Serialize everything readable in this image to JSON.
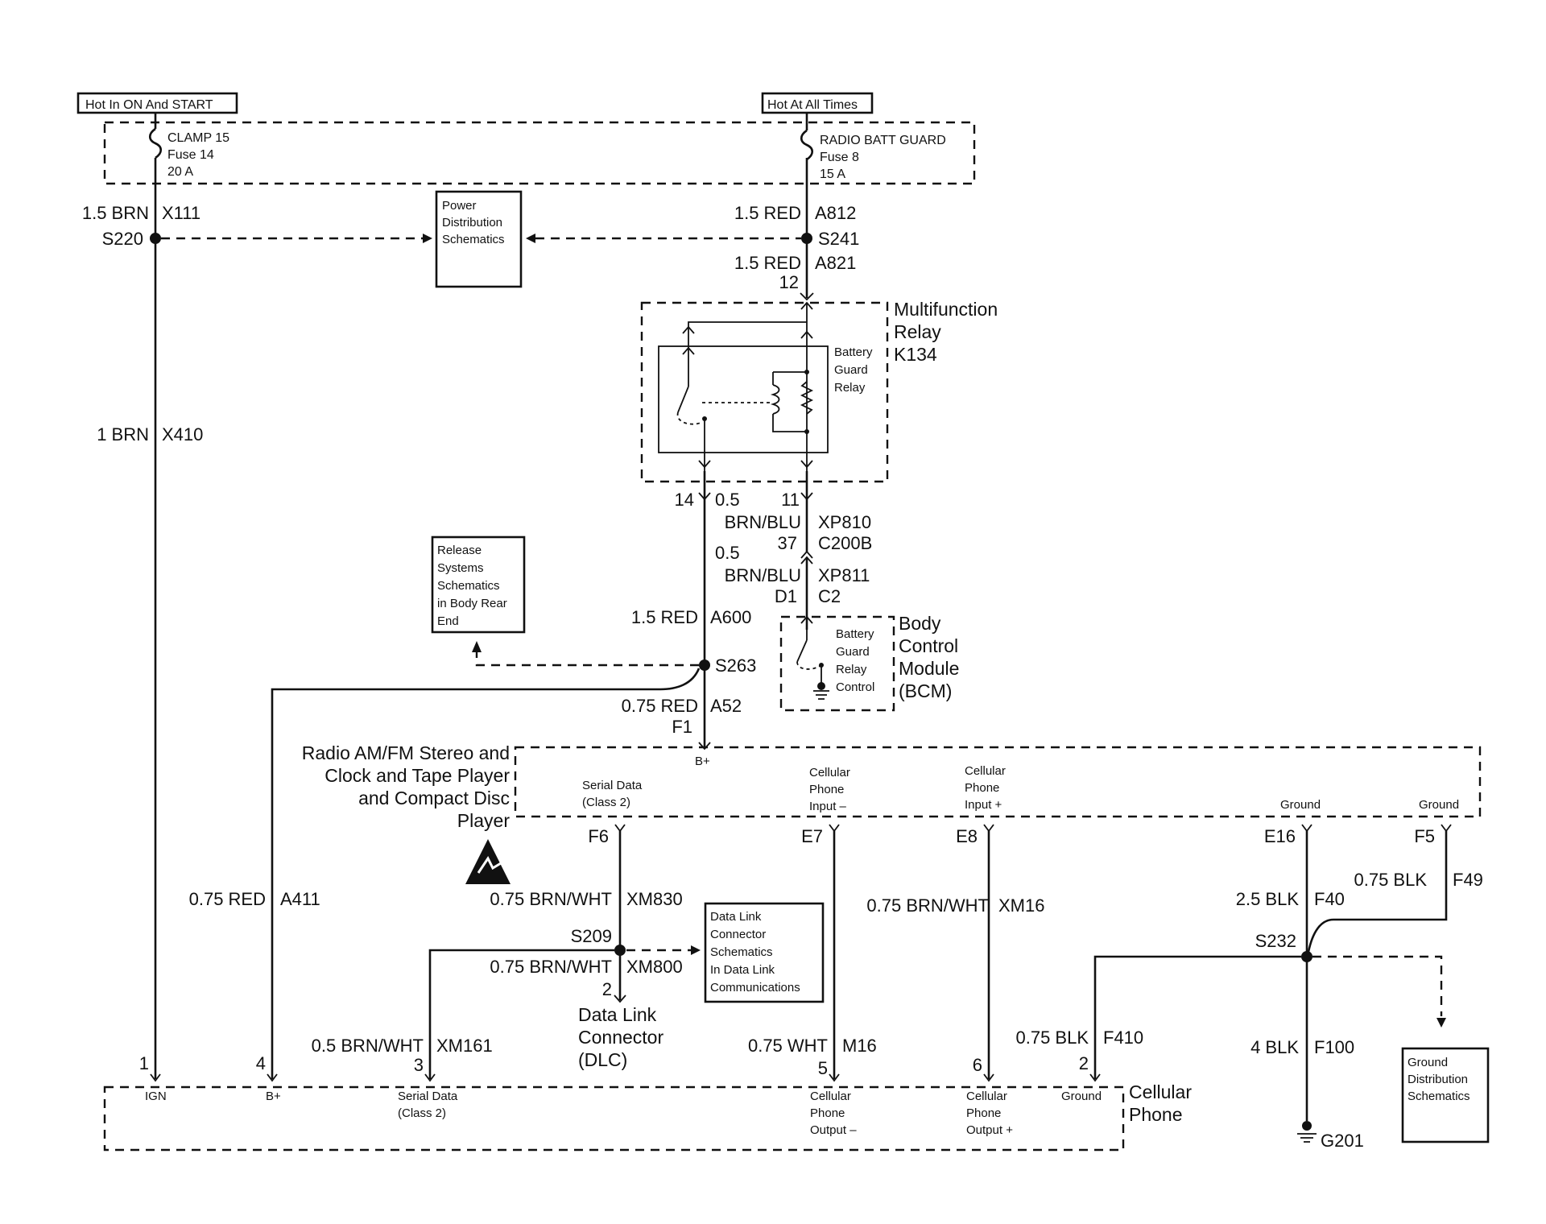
{
  "power": {
    "hot_on_start": "Hot In ON And START",
    "hot_all_times": "Hot At All Times"
  },
  "fuses": {
    "left": {
      "name": "CLAMP 15",
      "fuse": "Fuse 14",
      "rating": "20 A"
    },
    "right": {
      "name": "RADIO BATT GUARD",
      "fuse": "Fuse 8",
      "rating": "15 A"
    }
  },
  "wires": {
    "w_1_5_brn": "1.5 BRN",
    "c_x111": "X111",
    "s220": "S220",
    "w_1_5_red_a": "1.5 RED",
    "c_a812": "A812",
    "s241": "S241",
    "w_1_5_red_b": "1.5 RED",
    "c_a821": "A821",
    "pin12": "12",
    "w_1_brn": "1 BRN",
    "c_x410": "X410",
    "pin14": "14",
    "w_0_5_a": "0.5",
    "w_brnblu_a": "BRN/BLU",
    "pin11": "11",
    "c_xp810": "XP810",
    "pin37": "37",
    "c_c200b": "C200B",
    "w_0_5_b": "0.5",
    "w_brnblu_b": "BRN/BLU",
    "c_xp811": "XP811",
    "pin_d1": "D1",
    "c_c2": "C2",
    "w_1_5_red_c": "1.5 RED",
    "c_a600": "A600",
    "s263": "S263",
    "w_0_75_red_a": "0.75 RED",
    "c_a52": "A52",
    "pin_f1": "F1",
    "w_0_75_red_b": "0.75 RED",
    "c_a411": "A411",
    "w_0_75_brnwht_a": "0.75 BRN/WHT",
    "c_xm830": "XM830",
    "s209": "S209",
    "w_0_75_brnwht_b": "0.75 BRN/WHT",
    "c_xm800": "XM800",
    "pin2_dlc": "2",
    "w_0_5_brnwht": "0.5 BRN/WHT",
    "c_xm161": "XM161",
    "w_0_75_brnwht_c": "0.75 BRN/WHT",
    "c_xm16": "XM16",
    "w_0_75_wht": "0.75 WHT",
    "c_m16": "M16",
    "w_0_75_blk_a": "0.75 BLK",
    "c_f410": "F410",
    "w_2_5_blk": "2.5 BLK",
    "c_f40": "F40",
    "w_0_75_blk_b": "0.75 BLK",
    "c_f49": "F49",
    "s232": "S232",
    "w_4_blk": "4 BLK",
    "c_f100": "F100",
    "g201": "G201"
  },
  "pins": {
    "f6": "F6",
    "e7": "E7",
    "e8": "E8",
    "e16": "E16",
    "f5": "F5",
    "p1": "1",
    "p4": "4",
    "p3": "3",
    "p5": "5",
    "p6": "6",
    "p2": "2"
  },
  "boxes": {
    "power_dist": [
      "Power",
      "Distribution",
      "Schematics"
    ],
    "release_sys": [
      "Release",
      "Systems",
      "Schematics",
      "in Body Rear",
      "End"
    ],
    "dlc_schem": [
      "Data Link",
      "Connector",
      "Schematics",
      "In Data Link",
      "Communications"
    ],
    "ground_dist": [
      "Ground",
      "Distribution",
      "Schematics"
    ]
  },
  "components": {
    "mf_relay": [
      "Multifunction",
      "Relay",
      "K134"
    ],
    "bg_relay": [
      "Battery",
      "Guard",
      "Relay"
    ],
    "bcm": [
      "Body",
      "Control",
      "Module",
      "(BCM)"
    ],
    "bcm_inner": [
      "Battery",
      "Guard",
      "Relay",
      "Control"
    ],
    "radio": [
      "Radio AM/FM Stereo and",
      "Clock and Tape Player",
      "and Compact Disc",
      "Player"
    ],
    "dlc": [
      "Data Link",
      "Connector",
      "(DLC)"
    ],
    "cell_phone": [
      "Cellular",
      "Phone"
    ]
  },
  "radio_terms": {
    "bplus": "B+",
    "serial": [
      "Serial Data",
      "(Class 2)"
    ],
    "cp_in_minus": [
      "Cellular",
      "Phone",
      "Input –"
    ],
    "cp_in_plus": [
      "Cellular",
      "Phone",
      "Input +"
    ],
    "ground_a": "Ground",
    "ground_b": "Ground"
  },
  "phone_terms": {
    "ign": "IGN",
    "bplus": "B+",
    "serial": [
      "Serial Data",
      "(Class 2)"
    ],
    "cp_out_minus": [
      "Cellular",
      "Phone",
      "Output –"
    ],
    "cp_out_plus": [
      "Cellular",
      "Phone",
      "Output +"
    ],
    "ground": "Ground"
  }
}
